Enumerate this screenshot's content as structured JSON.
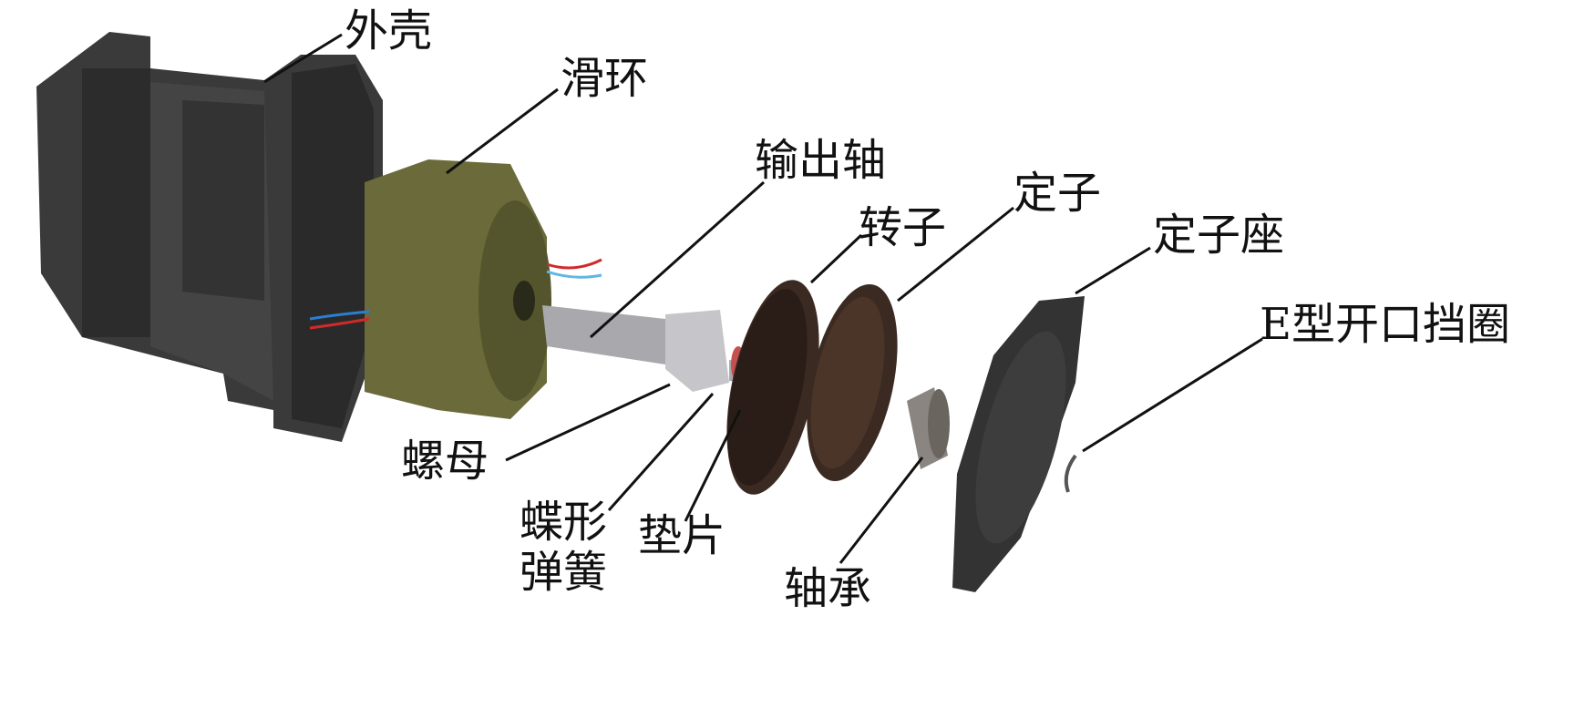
{
  "labels": {
    "housing": "外壳",
    "slip_ring": "滑环",
    "output_shaft": "输出轴",
    "rotor": "转子",
    "stator": "定子",
    "stator_seat": "定子座",
    "e_ring": "E型开口挡圈",
    "nut": "螺母",
    "disc_spring_line1": "蝶形",
    "disc_spring_line2": "弹簧",
    "washer": "垫片",
    "bearing": "轴承"
  },
  "colors": {
    "housing": "#3a3a3a",
    "slip_ring": "#6b6a3a",
    "shaft": "#a9a9ad",
    "rotor": "#3b2a22",
    "stator_seat": "#333333"
  }
}
